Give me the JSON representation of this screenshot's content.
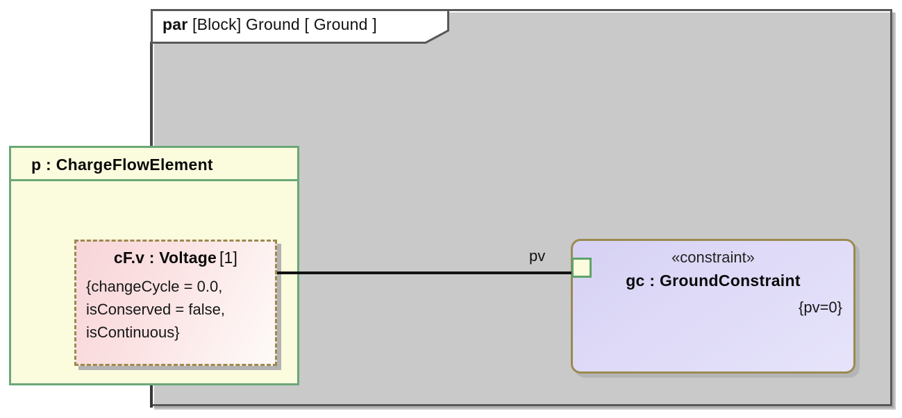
{
  "diagram": {
    "kind": "sysml-parametric-diagram",
    "header": {
      "keyword": "par",
      "rest": " [Block] Ground [ Ground ]",
      "full": "par [Block] Ground [ Ground ]"
    },
    "part": {
      "name": "p : ChargeFlowElement",
      "fill_color": "#fbfbdd",
      "border_color": "#6aa877"
    },
    "value_property": {
      "name": "cF.v : Voltage",
      "multiplicity": "[1]",
      "constraints": [
        "{changeCycle = 0.0,",
        "isConserved = false,",
        "isContinuous}"
      ],
      "fill_color": "#f8d5d8",
      "border_color": "#9b8a4b"
    },
    "constraint_block": {
      "stereotype": "«constraint»",
      "name": "gc : GroundConstraint",
      "expression": "{pv=0}",
      "fill_color": "#ddd9f5",
      "border_color": "#9a8b4f"
    },
    "port": {
      "label": "pv",
      "fill_color": "#fbfbdd",
      "border_color": "#5fa36a"
    },
    "connector": {
      "type": "binding-connector",
      "color": "#111111"
    },
    "frame": {
      "border_color": "#58585a"
    }
  }
}
